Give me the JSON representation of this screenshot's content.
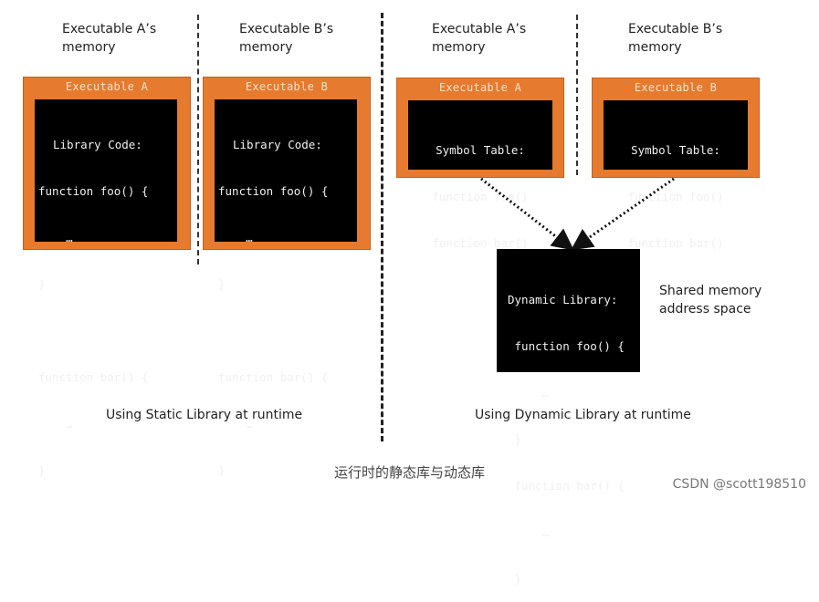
{
  "static_side": {
    "memory_labels": [
      {
        "line1": "Executable A’s",
        "line2": "memory"
      },
      {
        "line1": "Executable B’s",
        "line2": "memory"
      }
    ],
    "executables": [
      {
        "title": "Executable A",
        "code": [
          "Library Code:",
          "function foo() {",
          "    …",
          "}",
          "",
          "function bar() {",
          "    …",
          "}"
        ]
      },
      {
        "title": "Executable B",
        "code": [
          "Library Code:",
          "function foo() {",
          "    …",
          "}",
          "",
          "function bar() {",
          "    …",
          "}"
        ]
      }
    ],
    "caption": "Using Static Library at runtime"
  },
  "dynamic_side": {
    "memory_labels": [
      {
        "line1": "Executable A’s",
        "line2": "memory"
      },
      {
        "line1": "Executable B’s",
        "line2": "memory"
      }
    ],
    "executables": [
      {
        "title": "Executable A",
        "code": [
          "Symbol Table:",
          "function foo()",
          "function bar()"
        ]
      },
      {
        "title": "Executable B",
        "code": [
          "Symbol Table:",
          "function foo()",
          "function bar()"
        ]
      }
    ],
    "library": {
      "code": [
        "Dynamic Library:",
        " function foo() {",
        "     …",
        " }",
        " function bar() {",
        "     …",
        " }"
      ]
    },
    "shared_label": {
      "line1": "Shared memory",
      "line2": "address space"
    },
    "caption": "Using Dynamic Library at runtime"
  },
  "figure_caption": "运行时的静态库与动态库",
  "watermark": "CSDN @scott198510",
  "colors": {
    "executable_frame": "#e67a2e",
    "code_bg": "#000000"
  }
}
